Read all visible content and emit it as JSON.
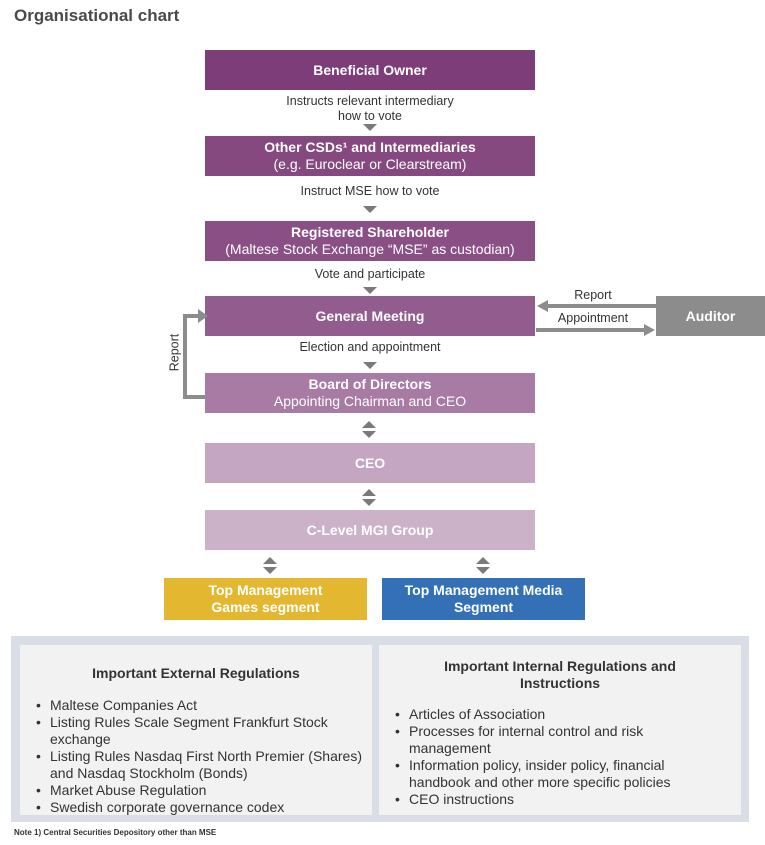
{
  "title": "Organisational chart",
  "boxes": {
    "beneficial_owner": {
      "line1": "Beneficial Owner"
    },
    "other_csds": {
      "line1": "Other CSDs¹ and Intermediaries",
      "line2": "(e.g. Euroclear or Clearstream)"
    },
    "registered_shareholder": {
      "line1": "Registered Shareholder",
      "line2": "(Maltese Stock Exchange “MSE” as custodian)"
    },
    "general_meeting": {
      "line1": "General Meeting"
    },
    "board": {
      "line1": "Board of Directors",
      "line2": "Appointing Chairman and CEO"
    },
    "ceo": {
      "line1": "CEO"
    },
    "clevel": {
      "line1": "C-Level MGI Group"
    },
    "auditor": {
      "line1": "Auditor"
    },
    "games": {
      "line1": "Top Management",
      "line2": "Games segment"
    },
    "media": {
      "line1": "Top Management Media",
      "line2": "Segment"
    }
  },
  "connectors": {
    "instructs_l1": "Instructs relevant intermediary",
    "instructs_l2": "how to vote",
    "instruct_mse": "Instruct MSE how to vote",
    "vote": "Vote and participate",
    "election": "Election and appointment",
    "report_auditor": "Report",
    "appointment": "Appointment",
    "report_board": "Report"
  },
  "external": {
    "title": "Important External Regulations",
    "items": [
      "Maltese Companies Act",
      "Listing Rules Scale Segment Frankfurt Stock exchange",
      "Listing Rules Nasdaq First North Premier (Shares) and Nasdaq Stockholm (Bonds)",
      "Market Abuse Regulation",
      "Swedish corporate governance codex"
    ]
  },
  "internal": {
    "title": "Important Internal Regulations and Instructions",
    "items": [
      "Articles of Association",
      "Processes for internal control and risk management",
      "Information policy, insider policy, financial handbook and other more specific policies",
      "CEO instructions"
    ]
  },
  "note": "Note 1) Central Securities Depository other than MSE"
}
